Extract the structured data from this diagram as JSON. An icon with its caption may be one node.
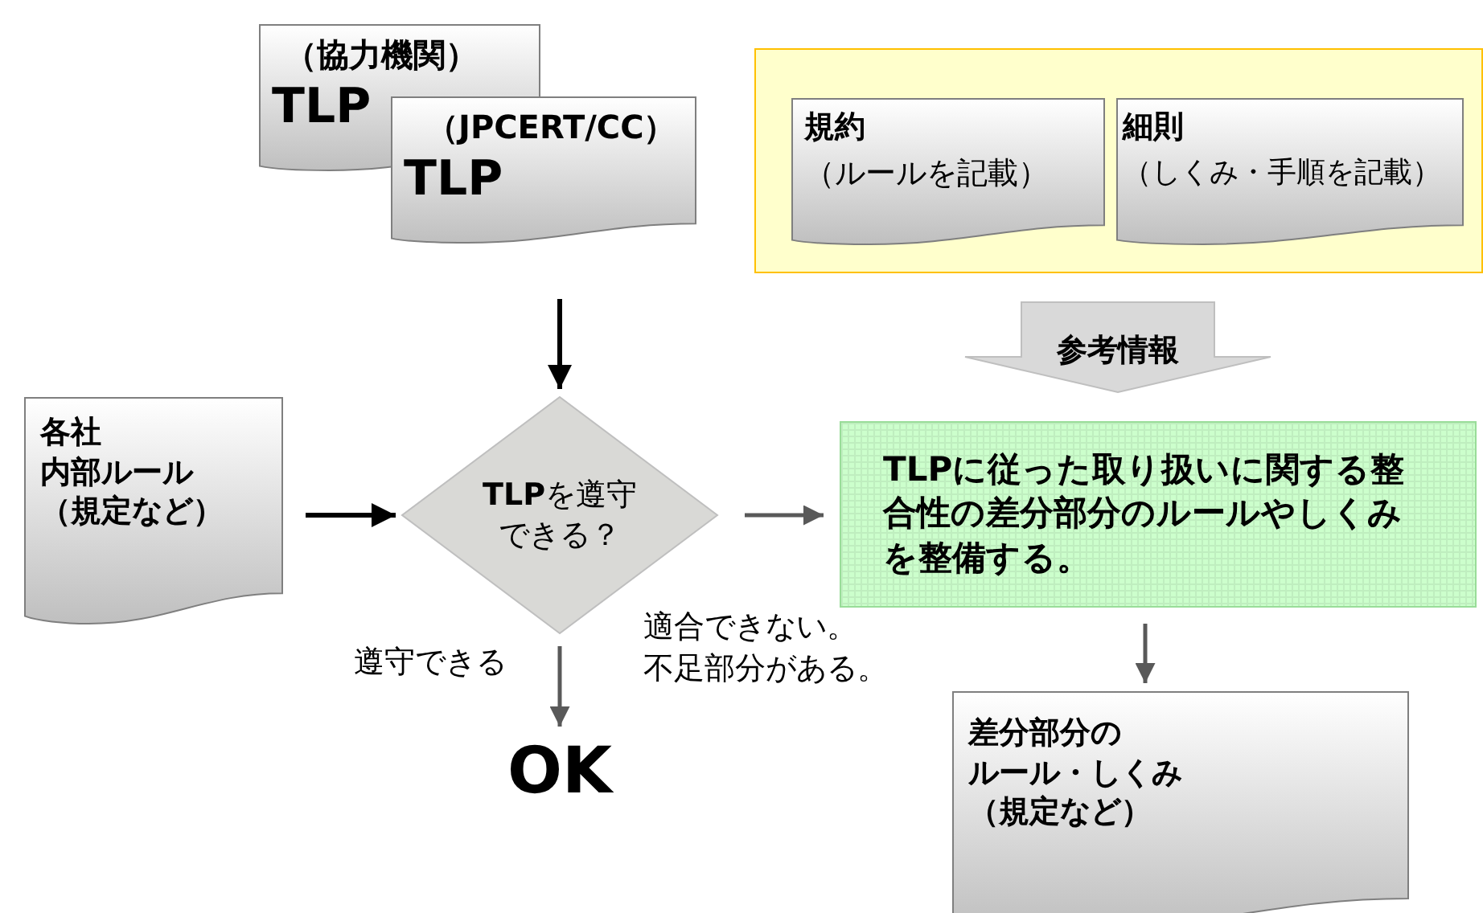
{
  "diagram": {
    "nodes": [
      {
        "text": [
          "（協力機関）",
          "TLP"
        ]
      },
      {
        "text": [
          "（JPCERT/CC）",
          "TLP"
        ]
      },
      {
        "text": [],
        "shape": "box"
      },
      {
        "text": [
          "規約",
          "（ルールを記載）"
        ],
        "in": 2
      },
      {
        "text": [
          "細則",
          "（しくみ・手順を記載）"
        ],
        "in": 2
      },
      {
        "text": [
          "各社",
          "内部ルール（規定など）"
        ]
      },
      {
        "text": [
          "**TLP**を遵守できる？"
        ]
      },
      {
        "text": [
          "OK"
        ]
      },
      {
        "text": [
          "TLPに従った取り扱いに関する整合性の差分部分のルールやしくみを整備する。"
        ]
      },
      {
        "text": [
          "差分部分の",
          "ルール・しくみ（規定など）"
        ]
      }
    ],
    "edges": [
      {
        "from": null,
        "to": 6,
        "arrow": "to",
        "color": "#000000"
      },
      {
        "from": 5,
        "to": 6,
        "arrow": "to",
        "color": "#000000"
      },
      {
        "from": 2,
        "to": 8,
        "arrow": "to",
        "label": "参考情報",
        "style": "thick",
        "color": "#d9d9d9"
      },
      {
        "from": 6,
        "to": 8,
        "arrow": "to",
        "label": "適合できない。不足部分がある。"
      },
      {
        "from": 6,
        "to": 7,
        "arrow": "to",
        "label": "遵守できる"
      },
      {
        "from": 8,
        "to": 9,
        "arrow": "to"
      }
    ]
  }
}
